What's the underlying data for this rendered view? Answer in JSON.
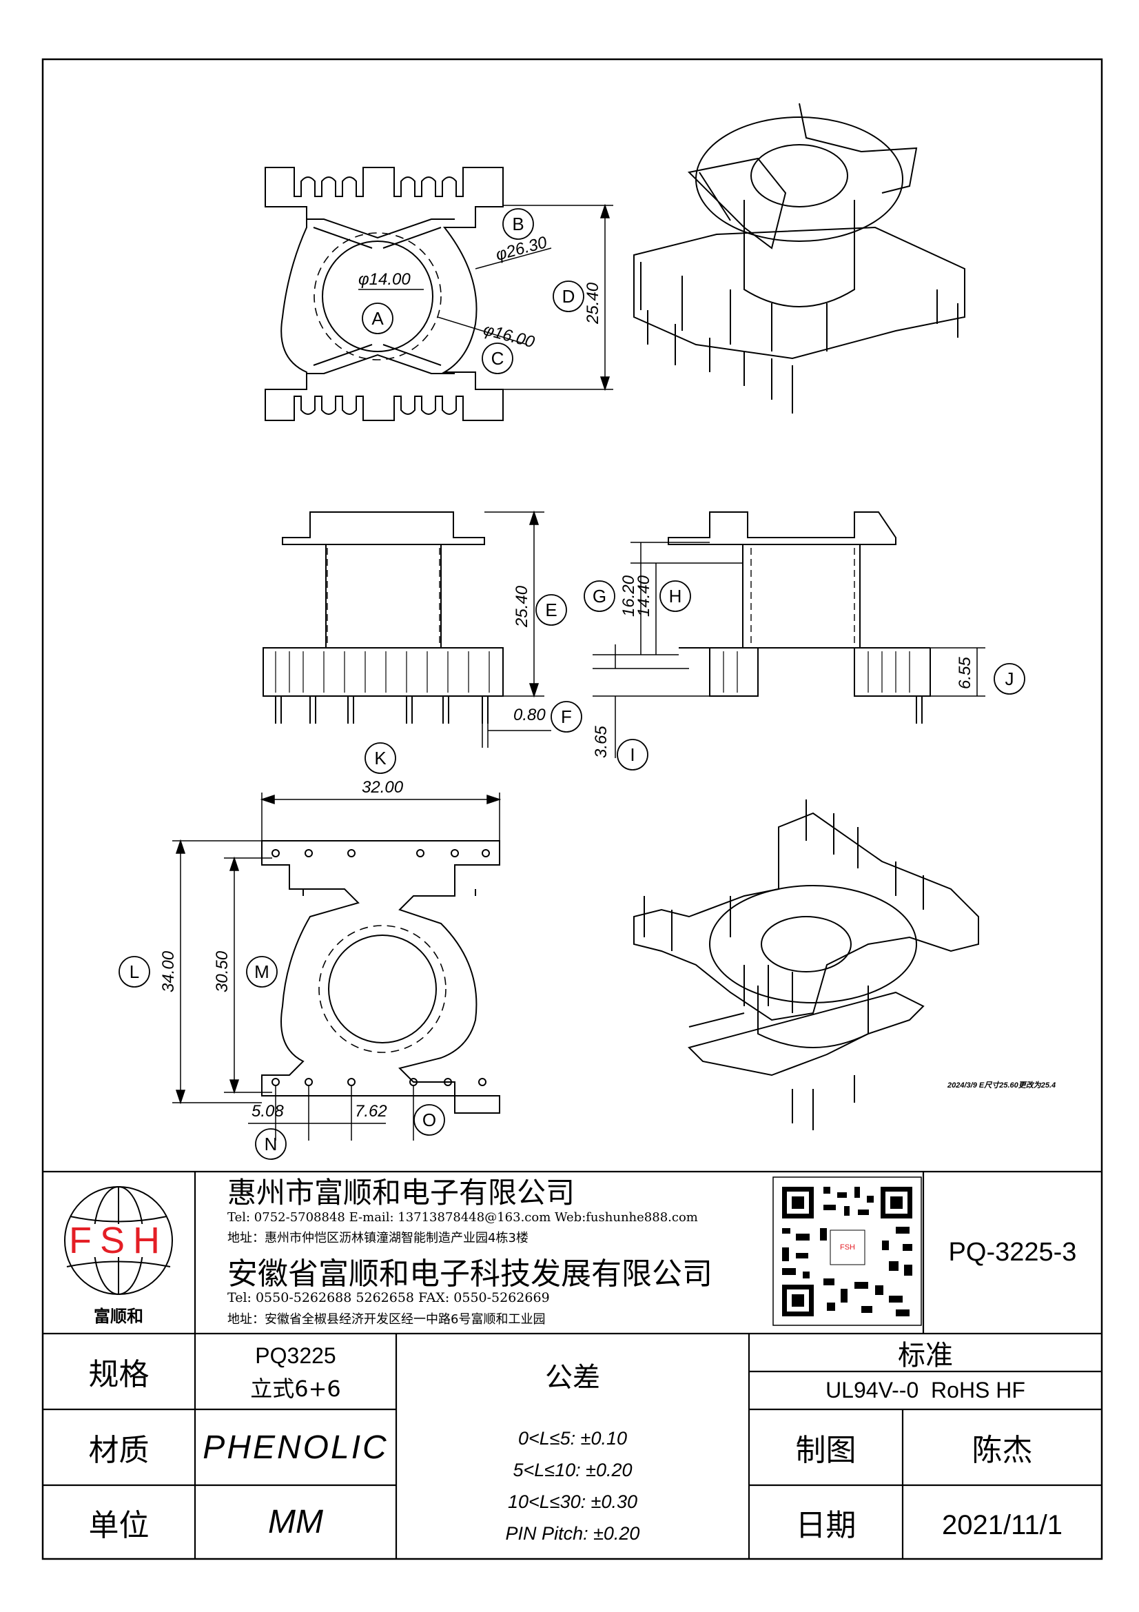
{
  "dimensions": {
    "top_phi_inner": "φ14.00",
    "top_phi_outer": "φ26.30",
    "top_phi_core": "φ16.00",
    "top_height": "25.40",
    "side_height": "25.40",
    "pin_width": "0.80",
    "flange_g": "16.20",
    "flange_h": "14.40",
    "pin_j": "6.55",
    "pin_i": "3.65",
    "width_k": "32.00",
    "height_l": "34.00",
    "height_m": "30.50",
    "pitch_n": "5.08",
    "pitch_o": "7.62"
  },
  "callouts": [
    "A",
    "B",
    "C",
    "D",
    "E",
    "F",
    "G",
    "H",
    "I",
    "J",
    "K",
    "L",
    "M",
    "N",
    "O"
  ],
  "revision_note": "2024/3/9 E尺寸25.60更改为25.4",
  "title_block": {
    "logo_text": "FSH",
    "logo_caption": "富顺和",
    "company1": "惠州市富顺和电子有限公司",
    "company1_contact": "Tel: 0752-5708848  E-mail: 13713878448@163.com  Web:fushunhe888.com",
    "company1_address": "地址：惠州市仲恺区沥林镇潼湖智能制造产业园4栋3楼",
    "company2": "安徽省富顺和电子科技发展有限公司",
    "company2_contact": "Tel:   0550-5262688  5262658      FAX:  0550-5262669",
    "company2_address": "地址：安徽省全椒县经济开发区经一中路6号富顺和工业园",
    "qr_caption": "FSH",
    "part_number": "PQ-3225-3",
    "spec_label": "规格",
    "spec_value1": "PQ3225",
    "spec_value2": "立式6+6",
    "material_label": "材质",
    "material_value": "PHENOLIC",
    "unit_label": "单位",
    "unit_value": "MM",
    "tolerance_label": "公差",
    "tolerances": [
      "0<L≤5: ±0.10",
      "5<L≤10: ±0.20",
      "10<L≤30: ±0.30",
      "PIN Pitch: ±0.20"
    ],
    "standard_label": "标准",
    "standard_value": "UL94V--0  RoHS HF",
    "drawn_label": "制图",
    "drawn_value": "陈杰",
    "date_label": "日期",
    "date_value": "2021/11/1"
  }
}
